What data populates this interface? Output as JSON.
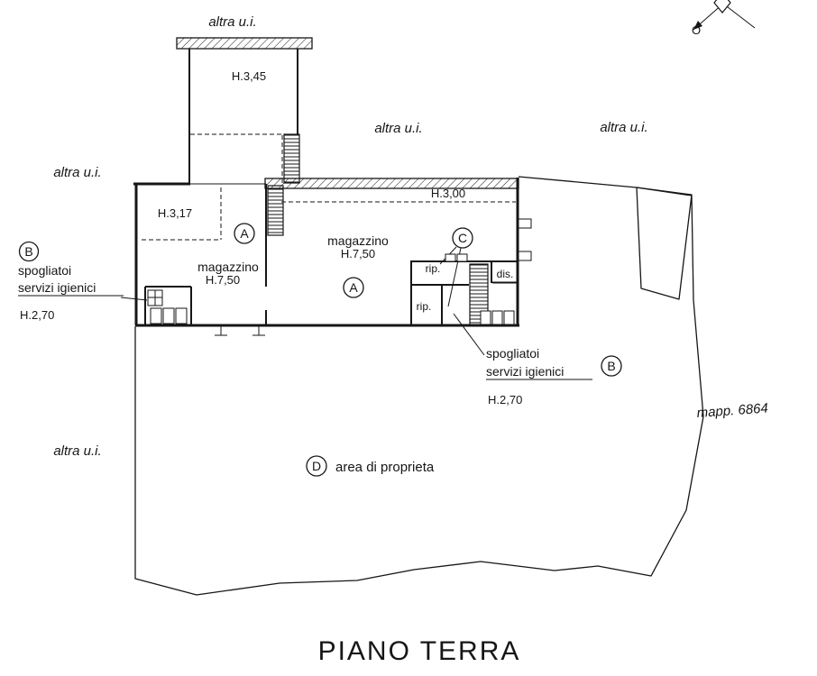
{
  "title": "PIANO TERRA",
  "compass": {
    "west": "O"
  },
  "neighbors": {
    "top": "altra u.i.",
    "center": "altra u.i.",
    "right": "altra u.i.",
    "left_upper": "altra u.i.",
    "left_lower": "altra u.i."
  },
  "parcel_label": "mapp. 6864",
  "heights": {
    "top_annex": "H.3,45",
    "left_room_low": "H.3,17",
    "main_room_line": "H.3,00"
  },
  "units": {
    "magazzino_left": {
      "badge": "A",
      "name": "magazzino",
      "height": "H.7,50"
    },
    "magazzino_main": {
      "badge": "A",
      "name": "magazzino",
      "height": "H.7,50"
    },
    "services_c": {
      "badge": "C",
      "rip_upper": "rip.",
      "rip_lower": "rip.",
      "dis": "dis."
    },
    "spogliatoi_left": {
      "badge": "B",
      "line1": "spogliatoi",
      "line2": "servizi igienici",
      "height": "H.2,70"
    },
    "spogliatoi_right": {
      "badge": "B",
      "line1": "spogliatoi",
      "line2": "servizi igienici",
      "height": "H.2,70"
    },
    "area_d": {
      "badge": "D",
      "label": "area di proprieta"
    }
  }
}
